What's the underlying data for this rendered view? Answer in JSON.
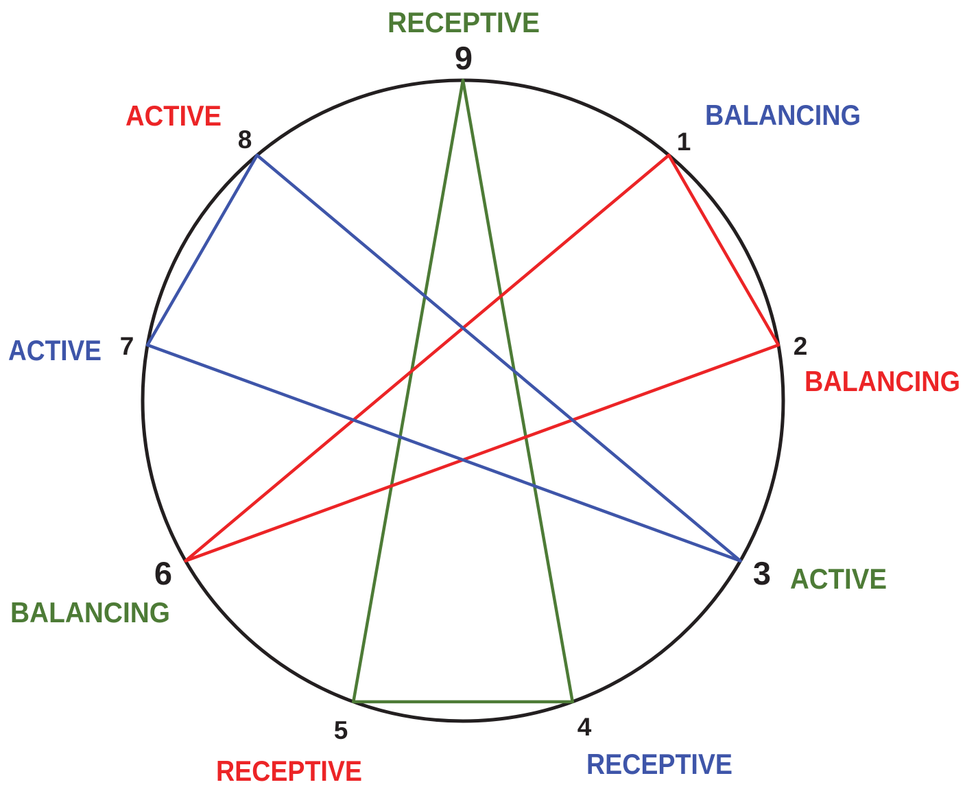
{
  "diagram": {
    "type": "enneagram-harmony-groups",
    "background": "#ffffff",
    "colors": {
      "black": "#231f20",
      "red": "#ec2426",
      "blue": "#3e55a9",
      "green": "#4d7b36"
    },
    "circle": {
      "color_key": "black",
      "stroke_width": 5
    },
    "triangle_stroke_width": 4.5,
    "points": [
      {
        "number": "9",
        "label": "RECEPTIVE",
        "label_color": "green",
        "emphasis": true
      },
      {
        "number": "1",
        "label": "BALANCING",
        "label_color": "blue",
        "emphasis": false
      },
      {
        "number": "2",
        "label": "BALANCING",
        "label_color": "red",
        "emphasis": false
      },
      {
        "number": "3",
        "label": "ACTIVE",
        "label_color": "green",
        "emphasis": true
      },
      {
        "number": "4",
        "label": "RECEPTIVE",
        "label_color": "blue",
        "emphasis": false
      },
      {
        "number": "5",
        "label": "RECEPTIVE",
        "label_color": "red",
        "emphasis": false
      },
      {
        "number": "6",
        "label": "BALANCING",
        "label_color": "green",
        "emphasis": true
      },
      {
        "number": "7",
        "label": "ACTIVE",
        "label_color": "blue",
        "emphasis": false
      },
      {
        "number": "8",
        "label": "ACTIVE",
        "label_color": "red",
        "emphasis": false
      }
    ],
    "triangles": [
      {
        "name": "receptive-triangle",
        "color": "green",
        "members": [
          "9",
          "4",
          "5"
        ]
      },
      {
        "name": "balancing-triangle",
        "color": "red",
        "members": [
          "1",
          "2",
          "6"
        ]
      },
      {
        "name": "active-triangle",
        "color": "blue",
        "members": [
          "3",
          "7",
          "8"
        ]
      }
    ]
  }
}
